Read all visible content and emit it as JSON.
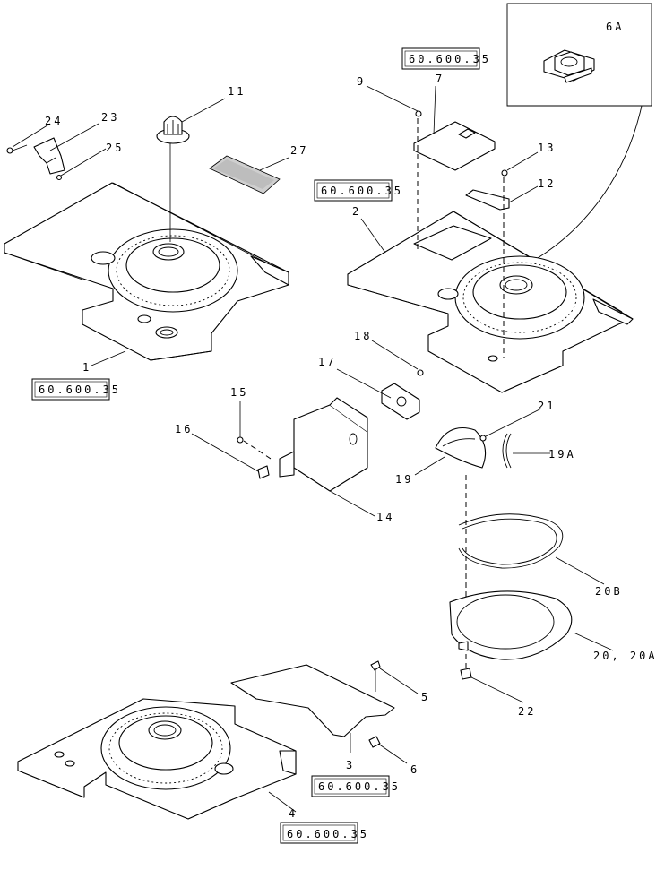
{
  "reference_labels": [
    "60.600.35",
    "60.600.35",
    "60.600.35",
    "60.600.35",
    "60.600.35"
  ],
  "callouts": {
    "c1": "1",
    "c2": "2",
    "c3": "3",
    "c4": "4",
    "c5": "5",
    "c6": "6",
    "c6a": "6A",
    "c7": "7",
    "c9": "9",
    "c11": "11",
    "c12": "12",
    "c13": "13",
    "c14": "14",
    "c15": "15",
    "c16": "16",
    "c17": "17",
    "c18": "18",
    "c19": "19",
    "c19a": "19A",
    "c20b": "20B",
    "c20": "20, 20A",
    "c21": "21",
    "c22": "22",
    "c23": "23",
    "c24": "24",
    "c25": "25",
    "c27": "27"
  }
}
